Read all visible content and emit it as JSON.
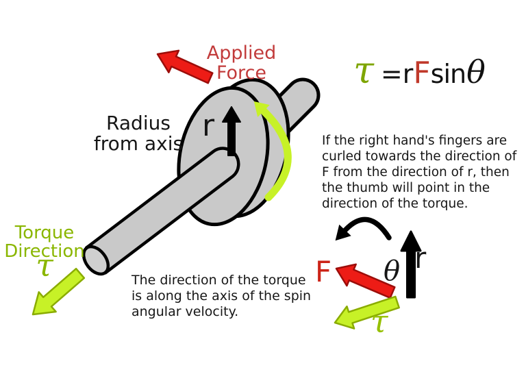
{
  "title": "Torque diagram",
  "colors": {
    "background": "#ffffff",
    "metal_gray": "#c9c9c9",
    "outline_black": "#000000",
    "force_red_fill": "#ed1c16",
    "force_red_outline": "#9c0d0a",
    "red_label": "#c23b3b",
    "torque_green_fill": "#c7f127",
    "torque_green_outline": "#8aac00",
    "green_label": "#8ab600",
    "formula_tau_green": "#7ea500",
    "formula_F_red": "#c0392b",
    "body_text": "#161616"
  },
  "labels": {
    "applied_force_line1": "Applied",
    "applied_force_line2": "Force",
    "radius_line1": "Radius",
    "radius_line2": "from axis",
    "disc_radius_symbol": "r",
    "torque_direction_line1": "Torque",
    "torque_direction_line2": "Direction",
    "torque_direction_symbol": "τ"
  },
  "formula": {
    "tau": "τ",
    "equals": "=",
    "r": "r",
    "F": "F",
    "sin": "sin",
    "theta": "θ"
  },
  "paragraphs": {
    "right_hand_rule_lines": [
      "If the right hand's fingers are",
      "curled towards the direction of",
      "F from the direction of r, then",
      "the thumb will point in the",
      "direction of the torque."
    ],
    "torque_axis_lines": [
      "The direction of the torque",
      "is along the axis of the spin",
      "angular velocity."
    ]
  },
  "mini_diagram": {
    "force_symbol": "F",
    "theta_symbol": "θ",
    "radius_symbol": "r",
    "tau_symbol": "τ"
  }
}
